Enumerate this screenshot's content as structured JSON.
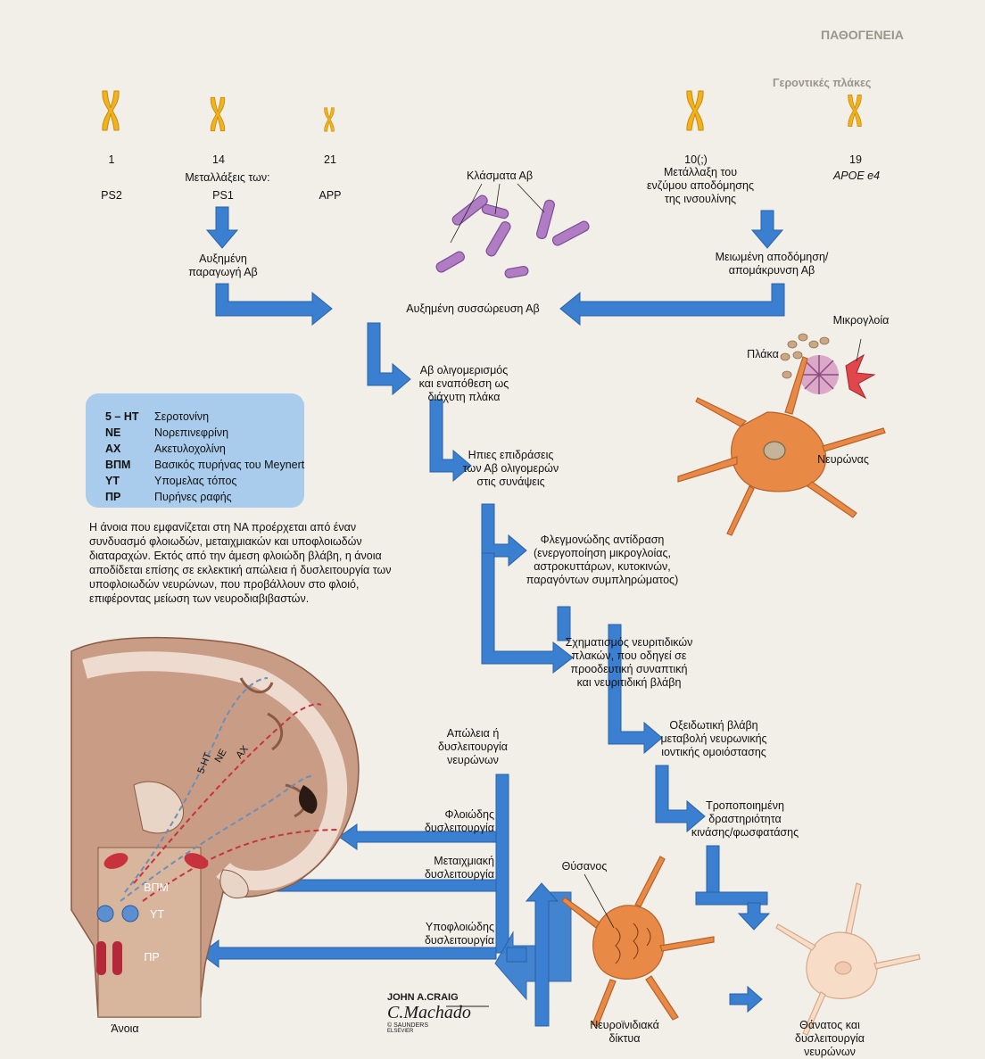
{
  "header": {
    "section_title": "ΠΑΘΟΓΕΝΕΙΑ",
    "subsection": "Γεροντικές πλάκες"
  },
  "chromosomes": {
    "left": [
      {
        "number": "1",
        "gene": "PS2"
      },
      {
        "number": "14",
        "gene": "PS1"
      },
      {
        "number": "21",
        "gene": "APP"
      }
    ],
    "right": [
      {
        "number": "10(;)",
        "gene": ""
      },
      {
        "number": "19",
        "gene": "APOE e4"
      }
    ],
    "mutations_label": "Μεταλλάξεις των:",
    "enzyme_mutation": [
      "Μετάλλαξη του",
      "ενζύμου αποδόμησης",
      "της ινσουλίνης"
    ]
  },
  "flow": {
    "ab_fragments": "Κλάσματα Αβ",
    "increased_production": [
      "Αυξημένη",
      "παραγωγή Αβ"
    ],
    "reduced_clearance": [
      "Μειωμένη αποδόμηση/",
      "απομάκρυνση Αβ"
    ],
    "increased_accumulation": "Αυξημένη συσσώρευση Αβ",
    "oligomerization": [
      "Αβ ολιγομερισμός",
      "και εναπόθεση ως",
      "διάχυτη πλάκα"
    ],
    "mild_effects": [
      "Ηπιες επιδράσεις",
      "των Αβ ολιγομερών",
      "στις συνάψεις"
    ],
    "inflammation": [
      "Φλεγμονώδης αντίδραση",
      "(ενεργοποίηση μικρογλοίας,",
      "αστροκυττάρων, κυτοκινών,",
      "παραγόντων συμπληρώματος)"
    ],
    "neuritic": [
      "Σχηματισμός νευριτιδικών",
      "πλακών, που οδηγεί σε",
      "προοδευτική συναπτική",
      "και νευριτιδική βλάβη"
    ],
    "oxidative": [
      "Οξειδωτική βλάβη",
      "μεταβολή νευρωνικής",
      "ιοντικής ομοιόστασης"
    ],
    "kinase": [
      "Τροποποιημένη",
      "δραστηριότητα",
      "κινάσης/φωσφατάσης"
    ],
    "neuron_loss": [
      "Απώλεια ή",
      "δυσλειτουργία",
      "νευρώνων"
    ],
    "cortical": [
      "Φλοιώδης",
      "δυσλειτουργία"
    ],
    "diencephalic": [
      "Μεταιχμιακή",
      "δυσλειτουργία"
    ],
    "subcortical": [
      "Υποφλοιώδης",
      "δυσλειτουργία"
    ],
    "tangles": [
      "Νευροϊνιδιακά",
      "δίκτυα"
    ],
    "death": [
      "Θάνατος και",
      "δυσλειτουργία",
      "νευρώνων"
    ],
    "dementia": "Άνοια"
  },
  "figure_labels": {
    "microglia": "Μικρογλοία",
    "plaque": "Πλάκα",
    "neuron": "Νευρώνας",
    "tangle": "Θύσανος",
    "vpm": "ΒΠΜ",
    "yt": "ΥΤ",
    "pr": "ΠΡ",
    "tract_5ht": "5-HT",
    "tract_ne": "NE",
    "tract_ax": "AX"
  },
  "legend": [
    {
      "abbr": "5 – HT",
      "meaning": "Σεροτονίνη"
    },
    {
      "abbr": "NE",
      "meaning": "Νορεπινεφρίνη"
    },
    {
      "abbr": "AX",
      "meaning": "Ακετυλοχολίνη"
    },
    {
      "abbr": "ΒΠΜ",
      "meaning": "Βασικός πυρήνας του Meynert"
    },
    {
      "abbr": "ΥΤ",
      "meaning": "Υπομελας τόπος"
    },
    {
      "abbr": "ΠΡ",
      "meaning": "Πυρήνες ραφής"
    }
  ],
  "paragraph": "Η άνοια που εμφανίζεται στη ΝΑ προέρχεται από έναν συνδυασμό φλοιωδών, μεταιχμιακών και υποφλοιωδών διαταραχών. Εκτός από την άμεση φλοιώδη βλάβη, η άνοια αποδίδεται επίσης σε εκλεκτική απώλεια ή δυσλειτουργία των υποφλοιωδών νευρώνων, που προβάλλουν στο φλοιό, επιφέροντας μείωση των νευροδιαβιβαστών.",
  "signature": {
    "line1": "JOHN A.CRAIG",
    "line2": "C.Machado",
    "line3": "© SAUNDERS",
    "line4": "ELSEVIER"
  },
  "colors": {
    "arrow": "#3a7fd0",
    "chromosome": "#f2b21b",
    "legend_bg": "#a9ccec",
    "fragment": "#b07cc4",
    "neuron": "#e88a45",
    "brain": "#c99c86"
  }
}
